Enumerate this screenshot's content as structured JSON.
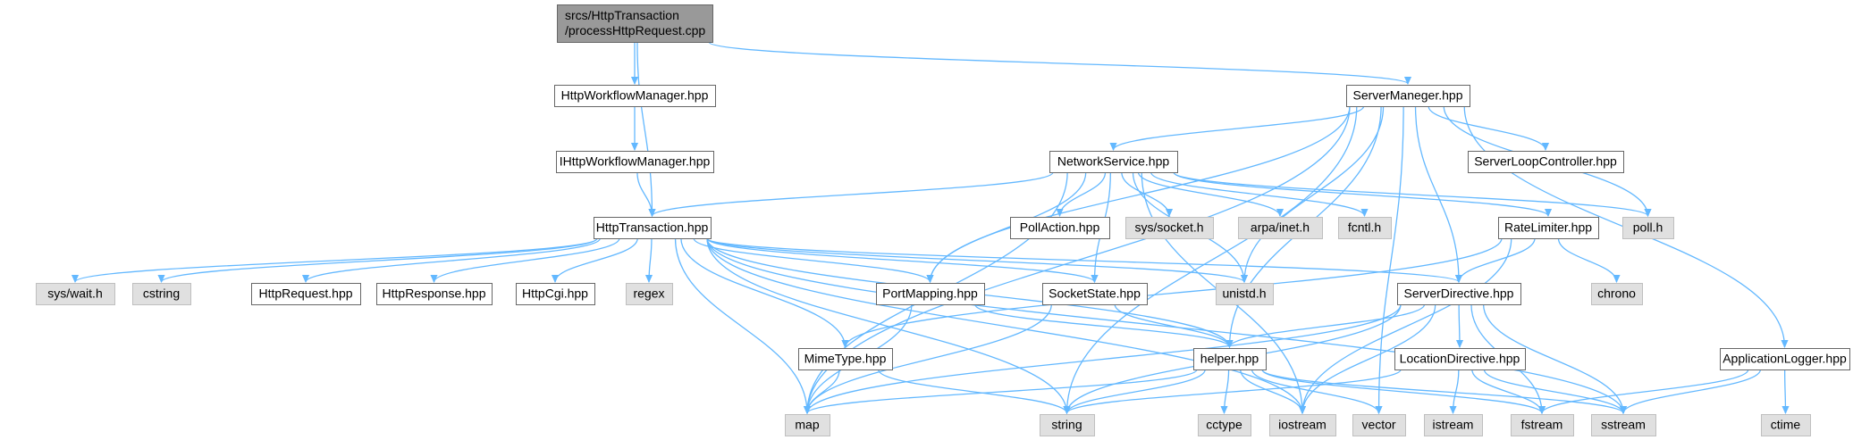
{
  "graph": {
    "nodes": [
      {
        "id": "root",
        "lines": [
          "srcs/HttpTransaction",
          "/processHttpRequest.cpp"
        ],
        "kind": "root"
      },
      {
        "id": "hwm",
        "lines": [
          "HttpWorkflowManager.hpp"
        ],
        "kind": "header"
      },
      {
        "id": "ihwm",
        "lines": [
          "IHttpWorkflowManager.hpp"
        ],
        "kind": "header"
      },
      {
        "id": "ht",
        "lines": [
          "HttpTransaction.hpp"
        ],
        "kind": "header"
      },
      {
        "id": "sm",
        "lines": [
          "ServerManeger.hpp"
        ],
        "kind": "header"
      },
      {
        "id": "ns",
        "lines": [
          "NetworkService.hpp"
        ],
        "kind": "header"
      },
      {
        "id": "slc",
        "lines": [
          "ServerLoopController.hpp"
        ],
        "kind": "header"
      },
      {
        "id": "poll",
        "lines": [
          "poll.h"
        ],
        "kind": "system"
      },
      {
        "id": "pa",
        "lines": [
          "PollAction.hpp"
        ],
        "kind": "header"
      },
      {
        "id": "syssocket",
        "lines": [
          "sys/socket.h"
        ],
        "kind": "system"
      },
      {
        "id": "arpa",
        "lines": [
          "arpa/inet.h"
        ],
        "kind": "system"
      },
      {
        "id": "fcntl",
        "lines": [
          "fcntl.h"
        ],
        "kind": "system"
      },
      {
        "id": "rl",
        "lines": [
          "RateLimiter.hpp"
        ],
        "kind": "header"
      },
      {
        "id": "syswait",
        "lines": [
          "sys/wait.h"
        ],
        "kind": "system"
      },
      {
        "id": "cstring",
        "lines": [
          "cstring"
        ],
        "kind": "system"
      },
      {
        "id": "hreq",
        "lines": [
          "HttpRequest.hpp"
        ],
        "kind": "header"
      },
      {
        "id": "hres",
        "lines": [
          "HttpResponse.hpp"
        ],
        "kind": "header"
      },
      {
        "id": "hcgi",
        "lines": [
          "HttpCgi.hpp"
        ],
        "kind": "header"
      },
      {
        "id": "regex",
        "lines": [
          "regex"
        ],
        "kind": "system"
      },
      {
        "id": "pm",
        "lines": [
          "PortMapping.hpp"
        ],
        "kind": "header"
      },
      {
        "id": "ss",
        "lines": [
          "SocketState.hpp"
        ],
        "kind": "header"
      },
      {
        "id": "unistd",
        "lines": [
          "unistd.h"
        ],
        "kind": "system"
      },
      {
        "id": "sd",
        "lines": [
          "ServerDirective.hpp"
        ],
        "kind": "header"
      },
      {
        "id": "chrono",
        "lines": [
          "chrono"
        ],
        "kind": "system"
      },
      {
        "id": "mt",
        "lines": [
          "MimeType.hpp"
        ],
        "kind": "header"
      },
      {
        "id": "helper",
        "lines": [
          "helper.hpp"
        ],
        "kind": "header"
      },
      {
        "id": "ld",
        "lines": [
          "LocationDirective.hpp"
        ],
        "kind": "header"
      },
      {
        "id": "al",
        "lines": [
          "ApplicationLogger.hpp"
        ],
        "kind": "header"
      },
      {
        "id": "map",
        "lines": [
          "map"
        ],
        "kind": "system"
      },
      {
        "id": "string",
        "lines": [
          "string"
        ],
        "kind": "system"
      },
      {
        "id": "cctype",
        "lines": [
          "cctype"
        ],
        "kind": "system"
      },
      {
        "id": "iostream",
        "lines": [
          "iostream"
        ],
        "kind": "system"
      },
      {
        "id": "vector",
        "lines": [
          "vector"
        ],
        "kind": "system"
      },
      {
        "id": "istream",
        "lines": [
          "istream"
        ],
        "kind": "system"
      },
      {
        "id": "fstream",
        "lines": [
          "fstream"
        ],
        "kind": "system"
      },
      {
        "id": "sstream",
        "lines": [
          "sstream"
        ],
        "kind": "system"
      },
      {
        "id": "ctime",
        "lines": [
          "ctime"
        ],
        "kind": "system"
      }
    ],
    "edges": [
      [
        "root",
        "hwm"
      ],
      [
        "root",
        "ht"
      ],
      [
        "root",
        "sm"
      ],
      [
        "hwm",
        "ihwm"
      ],
      [
        "ihwm",
        "ht"
      ],
      [
        "ht",
        "syswait"
      ],
      [
        "ht",
        "cstring"
      ],
      [
        "ht",
        "map"
      ],
      [
        "ht",
        "hreq"
      ],
      [
        "ht",
        "hres"
      ],
      [
        "ht",
        "hcgi"
      ],
      [
        "ht",
        "regex"
      ],
      [
        "ht",
        "mt"
      ],
      [
        "ht",
        "pm"
      ],
      [
        "ht",
        "string"
      ],
      [
        "ht",
        "ss"
      ],
      [
        "ht",
        "unistd"
      ],
      [
        "ht",
        "sd"
      ],
      [
        "ht",
        "helper"
      ],
      [
        "ht",
        "iostream"
      ],
      [
        "ht",
        "sstream"
      ],
      [
        "sm",
        "map"
      ],
      [
        "sm",
        "pm"
      ],
      [
        "sm",
        "ns"
      ],
      [
        "sm",
        "string"
      ],
      [
        "sm",
        "slc"
      ],
      [
        "sm",
        "poll"
      ],
      [
        "sm",
        "unistd"
      ],
      [
        "sm",
        "sd"
      ],
      [
        "sm",
        "helper"
      ],
      [
        "sm",
        "vector"
      ],
      [
        "sm",
        "al"
      ],
      [
        "ns",
        "ht"
      ],
      [
        "ns",
        "pa"
      ],
      [
        "ns",
        "syssocket"
      ],
      [
        "ns",
        "arpa"
      ],
      [
        "ns",
        "fcntl"
      ],
      [
        "ns",
        "poll"
      ],
      [
        "ns",
        "rl"
      ],
      [
        "ns",
        "pm"
      ],
      [
        "ns",
        "ss"
      ],
      [
        "ns",
        "unistd"
      ],
      [
        "ns",
        "map"
      ],
      [
        "ns",
        "iostream"
      ],
      [
        "rl",
        "chrono"
      ],
      [
        "rl",
        "sd"
      ],
      [
        "rl",
        "mt"
      ],
      [
        "rl",
        "iostream"
      ],
      [
        "pm",
        "map"
      ],
      [
        "pm",
        "helper"
      ],
      [
        "ss",
        "map"
      ],
      [
        "ss",
        "helper"
      ],
      [
        "sd",
        "ld"
      ],
      [
        "sd",
        "map"
      ],
      [
        "sd",
        "string"
      ],
      [
        "sd",
        "helper"
      ],
      [
        "sd",
        "iostream"
      ],
      [
        "sd",
        "fstream"
      ],
      [
        "sd",
        "sstream"
      ],
      [
        "mt",
        "map"
      ],
      [
        "mt",
        "string"
      ],
      [
        "helper",
        "map"
      ],
      [
        "helper",
        "string"
      ],
      [
        "helper",
        "cctype"
      ],
      [
        "helper",
        "iostream"
      ],
      [
        "helper",
        "vector"
      ],
      [
        "helper",
        "fstream"
      ],
      [
        "helper",
        "sstream"
      ],
      [
        "ld",
        "string"
      ],
      [
        "ld",
        "istream"
      ],
      [
        "ld",
        "fstream"
      ],
      [
        "ld",
        "sstream"
      ],
      [
        "al",
        "fstream"
      ],
      [
        "al",
        "sstream"
      ],
      [
        "al",
        "ctime"
      ]
    ]
  },
  "colors": {
    "edge": "#63b8ff",
    "root_fill": "#999999",
    "header_fill": "#ffffff",
    "system_fill": "#e0e0e0",
    "border": "#666666",
    "system_border": "#bfbfbf"
  }
}
